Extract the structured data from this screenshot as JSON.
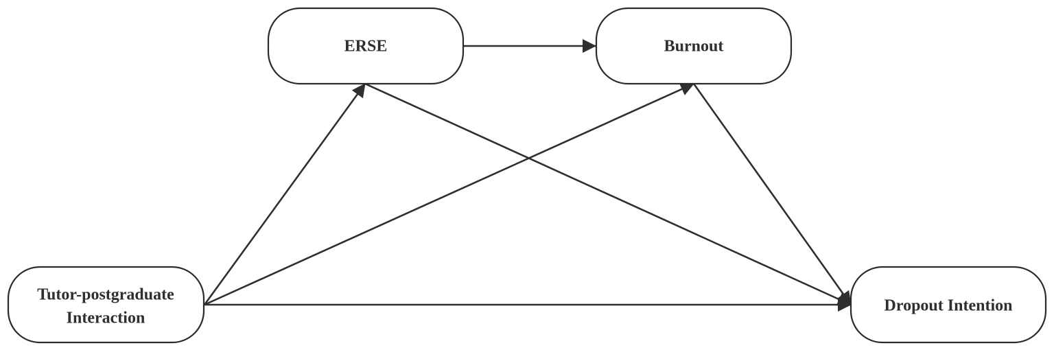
{
  "nodes": {
    "tutor": {
      "label_line1": "Tutor-postgraduate",
      "label_line2": "Interaction"
    },
    "erse": {
      "label": "ERSE"
    },
    "burnout": {
      "label": "Burnout"
    },
    "dropout": {
      "label": "Dropout Intention"
    }
  },
  "edges": [
    {
      "from": "tutor",
      "to": "erse"
    },
    {
      "from": "tutor",
      "to": "burnout"
    },
    {
      "from": "tutor",
      "to": "dropout"
    },
    {
      "from": "erse",
      "to": "burnout"
    },
    {
      "from": "erse",
      "to": "dropout"
    },
    {
      "from": "burnout",
      "to": "dropout"
    }
  ],
  "colors": {
    "stroke": "#2b2b2b",
    "text": "#2f2f2f",
    "background": "#ffffff"
  }
}
